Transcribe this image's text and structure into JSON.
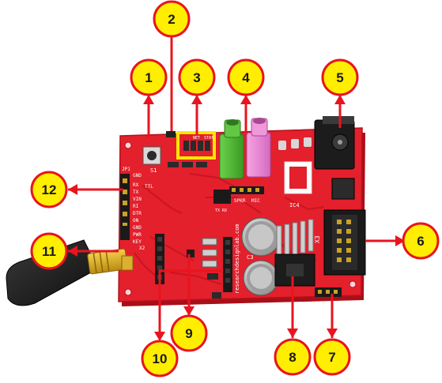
{
  "diagram": {
    "colors": {
      "board": "#e3202c",
      "board_edge": "#a80f18",
      "callout_fill": "#ffee00",
      "callout_ring": "#e8141e",
      "arrow": "#e8141e",
      "highlight_box": "#ffe600"
    },
    "callouts": [
      {
        "id": 1,
        "label": "1"
      },
      {
        "id": 2,
        "label": "2"
      },
      {
        "id": 3,
        "label": "3"
      },
      {
        "id": 4,
        "label": "4"
      },
      {
        "id": 5,
        "label": "5"
      },
      {
        "id": 6,
        "label": "6"
      },
      {
        "id": 7,
        "label": "7"
      },
      {
        "id": 8,
        "label": "8"
      },
      {
        "id": 9,
        "label": "9"
      },
      {
        "id": 10,
        "label": "10"
      },
      {
        "id": 11,
        "label": "11"
      },
      {
        "id": 12,
        "label": "12"
      }
    ],
    "silkscreen": {
      "s1": "S1",
      "jp1": "JP1",
      "gnd": "GND",
      "rx": "RX",
      "tx": "TX",
      "ttl": "TTL",
      "vin": "VIN",
      "ri": "RI",
      "dtr": "DTR",
      "on": "ON",
      "pwr": "PWR",
      "key": "KEY",
      "x2": "X2",
      "x3": "X3",
      "ic4": "IC4",
      "c3": "C3",
      "spkr": "SPKR",
      "mic": "MIC",
      "tx_rx": "TX RX",
      "net": "NET",
      "stat": "STAT",
      "url": "researchdesignlab.com"
    }
  }
}
